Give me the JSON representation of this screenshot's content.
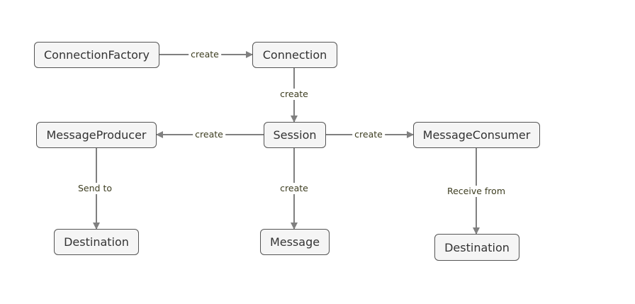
{
  "diagram": {
    "colors": {
      "edge": "#808080",
      "node_fill": "#f5f5f5",
      "node_border": "#555555",
      "label_text": "#3d3d20"
    },
    "nodes": [
      {
        "id": "connection_factory",
        "label": "ConnectionFactory"
      },
      {
        "id": "connection",
        "label": "Connection"
      },
      {
        "id": "session",
        "label": "Session"
      },
      {
        "id": "message_producer",
        "label": "MessageProducer"
      },
      {
        "id": "message_consumer",
        "label": "MessageConsumer"
      },
      {
        "id": "destination_producer",
        "label": "Destination"
      },
      {
        "id": "message",
        "label": "Message"
      },
      {
        "id": "destination_consumer",
        "label": "Destination"
      }
    ],
    "edges": [
      {
        "from": "connection_factory",
        "to": "connection",
        "label": "create"
      },
      {
        "from": "connection",
        "to": "session",
        "label": "create"
      },
      {
        "from": "session",
        "to": "message_producer",
        "label": "create"
      },
      {
        "from": "session",
        "to": "message_consumer",
        "label": "create"
      },
      {
        "from": "session",
        "to": "message",
        "label": "create"
      },
      {
        "from": "message_producer",
        "to": "destination_producer",
        "label": "Send to"
      },
      {
        "from": "message_consumer",
        "to": "destination_consumer",
        "label": "Receive from"
      }
    ]
  }
}
